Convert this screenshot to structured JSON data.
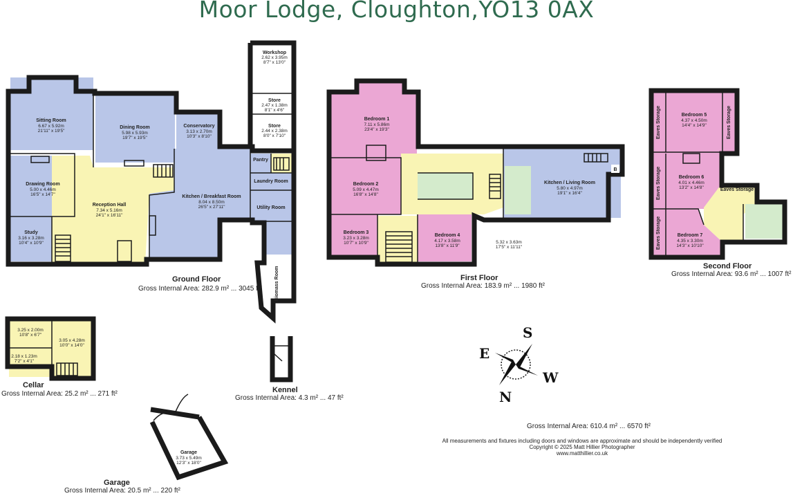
{
  "title": "Moor Lodge, Cloughton,YO13 0AX",
  "ground_floor": {
    "label": "Ground Floor",
    "area": "Gross Internal Area: 282.9 m² ... 3045 ft²",
    "rooms": {
      "sitting": {
        "name": "Sitting Room",
        "m": "6.67 x 5.92m",
        "ft": "21'11\" x 19'5\""
      },
      "dining": {
        "name": "Dining Room",
        "m": "5.98 x 5.93m",
        "ft": "19'7\" x 19'5\""
      },
      "conservatory": {
        "name": "Conservatory",
        "m": "3.13 x 2.70m",
        "ft": "10'3\" x 8'10\""
      },
      "workshop": {
        "name": "Workshop",
        "m": "2.62 x 3.95m",
        "ft": "8'7\" x 13'0\""
      },
      "store1": {
        "name": "Store",
        "m": "2.47 x 1.38m",
        "ft": "8'1\" x 4'6\""
      },
      "store2": {
        "name": "Store",
        "m": "2.44 x 2.38m",
        "ft": "8'0\" x 7'10\""
      },
      "pantry": {
        "name": "Pantry"
      },
      "laundry": {
        "name": "Laundry Room"
      },
      "utility": {
        "name": "Utility Room"
      },
      "drawing": {
        "name": "Drawing Room",
        "m": "5.00 x 4.46m",
        "ft": "16'5\" x 14'7\""
      },
      "reception": {
        "name": "Reception Hall",
        "m": "7.34 x 5.16m",
        "ft": "24'1\" x 16'11\""
      },
      "kitchen": {
        "name": "Kitchen / Breakfast Room",
        "m": "8.04 x 8.50m",
        "ft": "26'5\" x 27'11\""
      },
      "study": {
        "name": "Study",
        "m": "3.16 x 3.28m",
        "ft": "10'4\" x 10'9\""
      },
      "biomass": {
        "name": "Biomass Room"
      }
    }
  },
  "first_floor": {
    "label": "First Floor",
    "area": "Gross Internal Area: 183.9 m² ... 1980 ft²",
    "rooms": {
      "bed1": {
        "name": "Bedroom 1",
        "m": "7.11 x 5.86m",
        "ft": "23'4\" x 19'3\""
      },
      "bed2": {
        "name": "Bedroom 2",
        "m": "5.09 x 4.47m",
        "ft": "16'8\" x 14'8\""
      },
      "bed3": {
        "name": "Bedroom 3",
        "m": "3.23 x 3.28m",
        "ft": "10'7\" x 10'9\""
      },
      "bed4": {
        "name": "Bedroom 4",
        "m": "4.17 x 3.58m",
        "ft": "13'8\" x 11'9\""
      },
      "kitliv": {
        "name": "Kitchen / Living Room",
        "m": "5.80 x 4.97m",
        "ft": "19'1\" x 16'4\""
      },
      "annex": {
        "m": "5.32 x 3.63m",
        "ft": "17'5\" x 11'11\""
      },
      "boiler": "B"
    }
  },
  "second_floor": {
    "label": "Second Floor",
    "area": "Gross Internal Area: 93.6 m² ... 1007 ft²",
    "rooms": {
      "bed5": {
        "name": "Bedroom 5",
        "m": "4.37 x 4.50m",
        "ft": "14'4\" x 14'9\""
      },
      "bed6": {
        "name": "Bedroom 6",
        "m": "4.01 x 4.46m",
        "ft": "13'2\" x 14'8\""
      },
      "bed7": {
        "name": "Bedroom 7",
        "m": "4.35 x 3.30m",
        "ft": "14'3\" x 10'10\""
      },
      "eaves": "Eaves Storage"
    }
  },
  "cellar": {
    "label": "Cellar",
    "area": "Gross Internal Area: 25.2 m² ... 271 ft²",
    "r1": {
      "m": "3.25 x 2.00m",
      "ft": "10'8\" x 6'7\""
    },
    "r2": {
      "m": "3.05 x 4.28m",
      "ft": "10'0\" x 14'0\""
    },
    "r3": {
      "m": "2.18 x 1.23m",
      "ft": "7'2\" x 4'1\""
    }
  },
  "kennel": {
    "label": "Kennel",
    "area": "Gross Internal Area: 4.3 m² ... 47 ft²"
  },
  "garage": {
    "label": "Garage",
    "area": "Gross Internal Area: 20.5 m² ... 220 ft²",
    "room": {
      "name": "Garage",
      "m": "3.73 x 5.49m",
      "ft": "12'3\" x 18'0\""
    }
  },
  "compass": {
    "n": "N",
    "s": "S",
    "e": "E",
    "w": "W"
  },
  "total_area": "Gross Internal Area: 610.4 m² ... 6570 ft²",
  "footer": {
    "line1": "All measurements and fixtures including doors and windows are approximate and should be independently verified",
    "line2": "Copyright © 2025 Matt Hillier Photographer",
    "line3": "www.matthillier.co.uk"
  },
  "colors": {
    "title": "#2f6b4f",
    "living": "#b9c6e8",
    "circulation": "#f9f4b4",
    "bedroom": "#eba7d4",
    "bathroom": "#d4ebcc"
  }
}
